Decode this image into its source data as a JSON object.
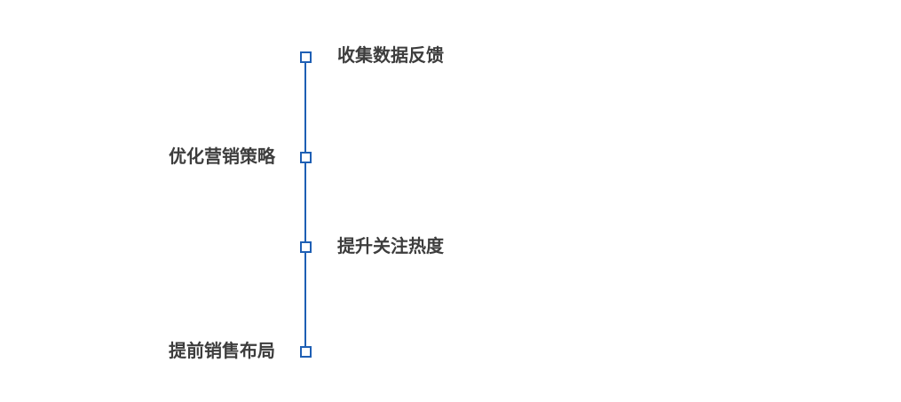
{
  "diagram": {
    "type": "vertical-timeline",
    "items": [
      {
        "label": "收集数据反馈",
        "side": "right"
      },
      {
        "label": "优化营销策略",
        "side": "left"
      },
      {
        "label": "提升关注热度",
        "side": "right"
      },
      {
        "label": "提前销售布局",
        "side": "left"
      }
    ],
    "colors": {
      "axis": "#1e5fb4",
      "marker_border": "#1e5fb4",
      "marker_fill": "#ffffff",
      "label_text": "#3d3d3d",
      "background": "#ffffff"
    }
  }
}
